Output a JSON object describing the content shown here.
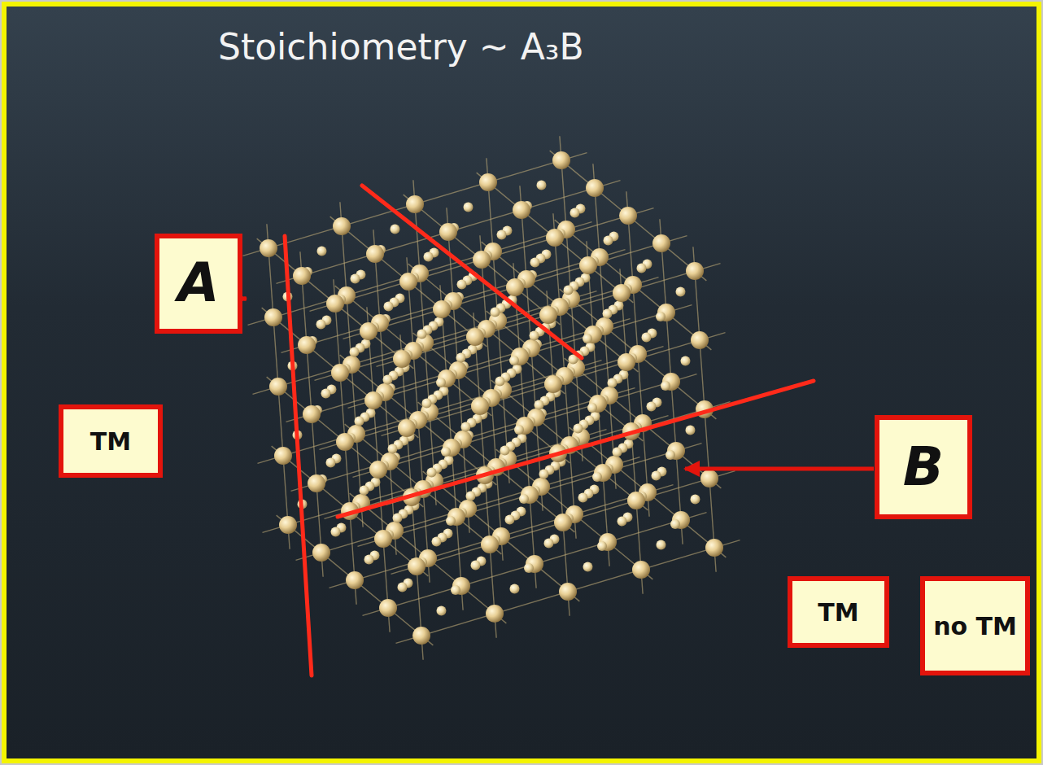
{
  "diagram": {
    "title": "Stoichiometry ~ A₃B",
    "nodes": [
      {
        "text": [
          "A"
        ]
      },
      {
        "text": [
          "TM"
        ]
      },
      {
        "text": [
          "B"
        ]
      },
      {
        "text": [
          "TM"
        ]
      },
      {
        "text": [
          "no TM"
        ]
      }
    ]
  }
}
